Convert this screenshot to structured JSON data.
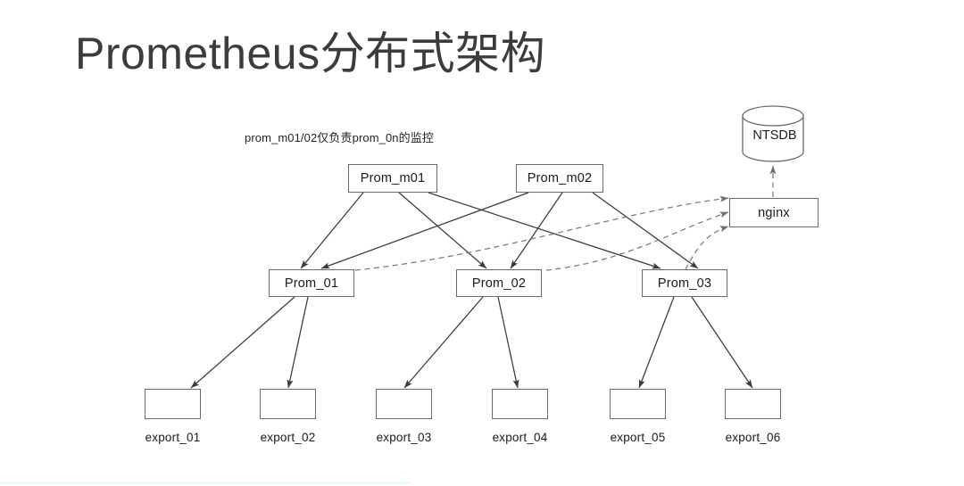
{
  "slide": {
    "title": "Prometheus分布式架构",
    "background": "#ffffff",
    "title_color": "#3c3c3c",
    "accent_color": "#d8f6f8"
  },
  "diagram": {
    "annotation": "prom_m01/02仅负责prom_0n的监控",
    "stroke_color": "#6b6b6b",
    "line_color": "#3a3a3a",
    "dashed_color": "#7a7a7a",
    "datastore": {
      "name": "ntsdb-cylinder",
      "label": "NTSDB"
    },
    "proxy": {
      "name": "nginx-node",
      "label": "nginx"
    },
    "masters": [
      {
        "id": "prom_m01",
        "label": "Prom_m01"
      },
      {
        "id": "prom_m02",
        "label": "Prom_m02"
      }
    ],
    "shards": [
      {
        "id": "prom_01",
        "label": "Prom_01"
      },
      {
        "id": "prom_02",
        "label": "Prom_02"
      },
      {
        "id": "prom_03",
        "label": "Prom_03"
      }
    ],
    "exporters": [
      {
        "id": "export_01",
        "label": "export_01",
        "box_label": ""
      },
      {
        "id": "export_02",
        "label": "export_02",
        "box_label": ""
      },
      {
        "id": "export_03",
        "label": "export_03",
        "box_label": ""
      },
      {
        "id": "export_04",
        "label": "export_04",
        "box_label": ""
      },
      {
        "id": "export_05",
        "label": "export_05",
        "box_label": ""
      },
      {
        "id": "export_06",
        "label": "export_06",
        "box_label": ""
      }
    ],
    "edges": {
      "solid_master_to_shard": [
        "Prom_m01 -> Prom_01",
        "Prom_m01 -> Prom_02",
        "Prom_m01 -> Prom_03",
        "Prom_m02 -> Prom_01",
        "Prom_m02 -> Prom_02",
        "Prom_m02 -> Prom_03"
      ],
      "solid_shard_to_exporter": [
        "Prom_01 -> export_01",
        "Prom_01 -> export_02",
        "Prom_02 -> export_03",
        "Prom_02 -> export_04",
        "Prom_03 -> export_05",
        "Prom_03 -> export_06"
      ],
      "dashed_shard_to_nginx": [
        "Prom_01 -> nginx",
        "Prom_02 -> nginx",
        "Prom_03 -> nginx"
      ],
      "dashed_nginx_to_db": [
        "nginx -> NTSDB"
      ]
    }
  }
}
